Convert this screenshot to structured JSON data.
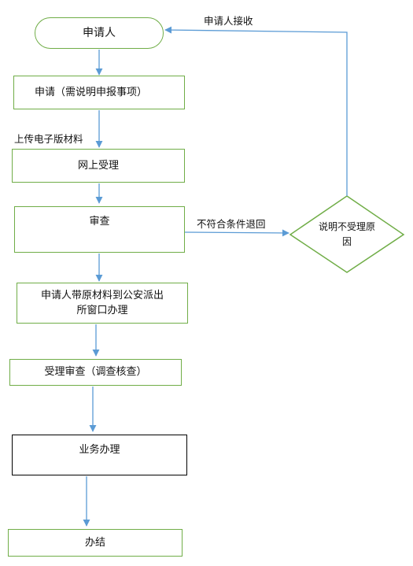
{
  "nodes": {
    "applicant": "申请人",
    "apply": "申请（需说明申报事项）",
    "online_accept": "网上受理",
    "review": "审查",
    "bring_materials": "申请人带原材料到公安派出所窗口办理",
    "accept_review": "受理审查（调查核查）",
    "business_process": "业务办理",
    "complete": "办结",
    "explain_reason": "说明不受理原因"
  },
  "edge_labels": {
    "upload": "上传电子版材料",
    "reject": "不符合条件退回",
    "applicant_receive": "申请人接收"
  },
  "colors": {
    "node_border": "#70ad47",
    "final_node_border": "#000000",
    "arrow": "#5b9bd5"
  }
}
